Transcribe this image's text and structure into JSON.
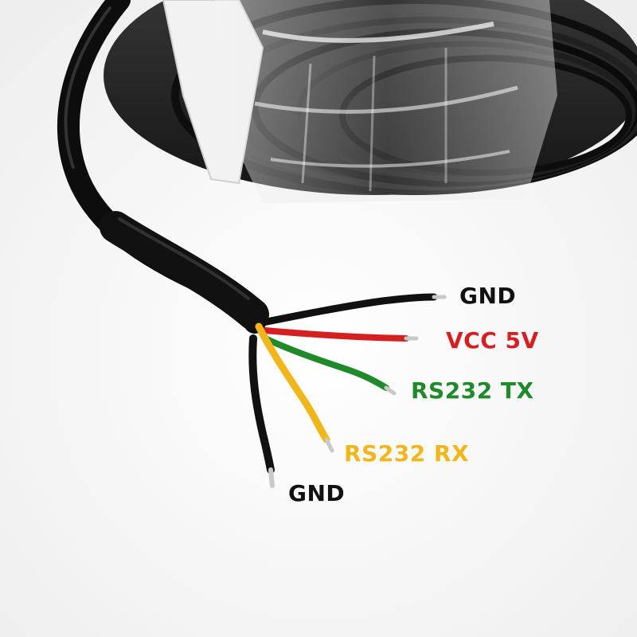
{
  "labels": {
    "gnd_top": "GND",
    "vcc": "VCC 5V",
    "rs232_tx": "RS232 TX",
    "rs232_rx": "RS232 RX",
    "gnd_bottom": "GND"
  },
  "colors": {
    "black_wire": "#111111",
    "vcc_red": "#d42020",
    "tx_green": "#1f8a2a",
    "rx_yellow": "#f0b61a",
    "label_black": "#111111"
  }
}
